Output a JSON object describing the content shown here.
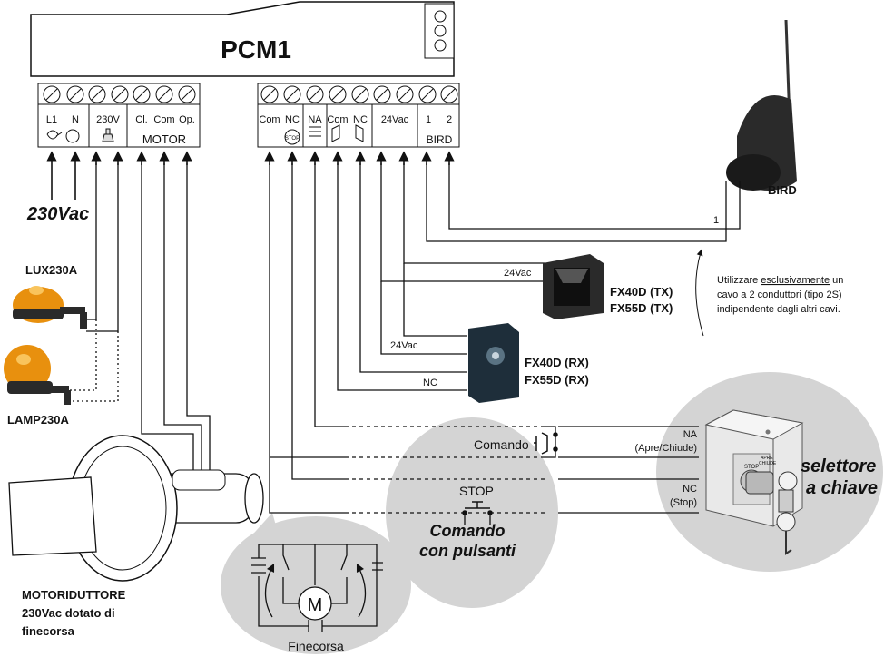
{
  "title": "PCM1",
  "terminals": {
    "l1": "L1",
    "n": "N",
    "v230": "230V",
    "cl": "Cl.",
    "com": "Com",
    "op": "Op.",
    "motor": "MOTOR",
    "com2": "Com",
    "nc1": "NC",
    "na": "NA",
    "com3": "Com",
    "nc2": "NC",
    "v24": "24Vac",
    "t1": "1",
    "t2": "2",
    "bird": "BIRD",
    "stop_icon": "STOP"
  },
  "power_label": "230Vac",
  "lamps": {
    "lux": "LUX230A",
    "lamp": "LAMP230A"
  },
  "motor_label": [
    "MOTORIDUTTORE",
    "230Vac dotato di",
    "finecorsa"
  ],
  "bird_label": "BIRD",
  "bird_wire_number": "1",
  "note": {
    "line1a": "Utilizzare ",
    "line1b": "esclusivamente",
    "line1c": " un",
    "line2": "cavo a 2 conduttori (tipo 2S)",
    "line3": "indipendente dagli altri cavi."
  },
  "tx": {
    "line1": "FX40D (TX)",
    "line2": "FX55D (TX)",
    "wire": "24Vac"
  },
  "rx": {
    "line1": "FX40D (RX)",
    "line2": "FX55D (RX)",
    "wire_24": "24Vac",
    "wire_nc": "NC"
  },
  "buttons": {
    "comando": "Comando",
    "stop": "STOP",
    "caption1": "Comando",
    "caption2": "con pulsanti"
  },
  "selector": {
    "na": "NA",
    "na_sub": "(Apre/Chiude)",
    "nc": "NC",
    "nc_sub": "(Stop)",
    "caption1": "selettore",
    "caption2": "a chiave",
    "stop_mark": "STOP",
    "apre": "APRE",
    "chiude": "CHIUDE"
  },
  "limit_switch": {
    "motor_symbol": "M",
    "caption": "Finecorsa"
  },
  "colors": {
    "line": "#111111",
    "bubble": "#d4d4d4",
    "lamp_amber": "#e8900e",
    "device_dark": "#2a2a2a"
  }
}
